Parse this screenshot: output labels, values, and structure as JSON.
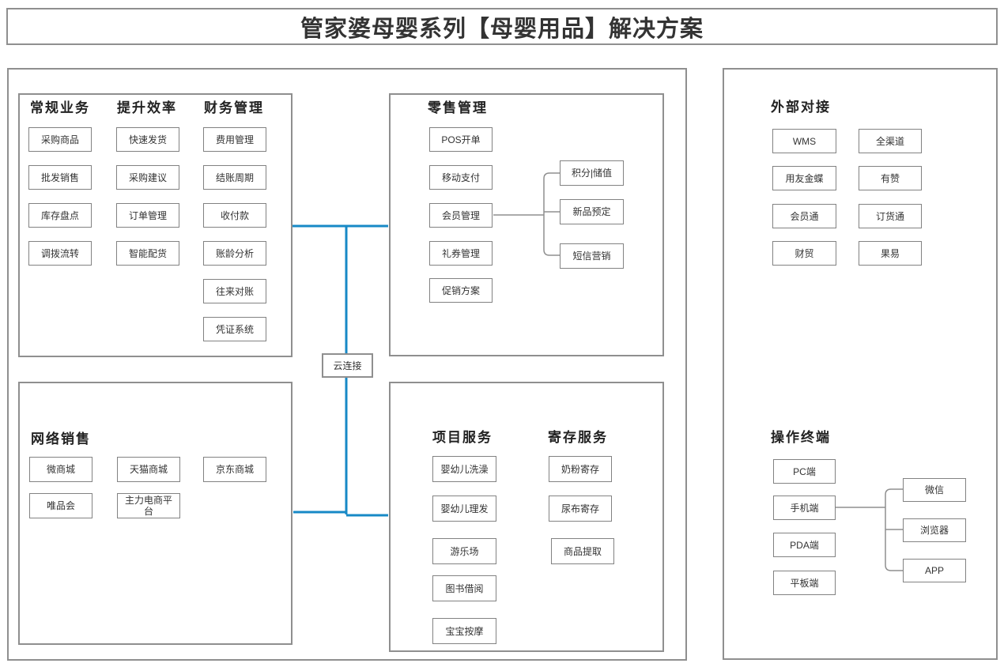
{
  "title": "管家婆母婴系列【母婴用品】解决方案",
  "cloud_node": "云连接",
  "colors": {
    "accent_blue": "#1789C6",
    "border_gray": "#8F8F8F",
    "text_dark": "#333333"
  },
  "sections": {
    "regular_business": {
      "header": "常规业务",
      "items": [
        "采购商品",
        "批发销售",
        "库存盘点",
        "调拨流转"
      ]
    },
    "efficiency": {
      "header": "提升效率",
      "items": [
        "快速发货",
        "采购建议",
        "订单管理",
        "智能配货"
      ]
    },
    "finance": {
      "header": "财务管理",
      "items": [
        "费用管理",
        "结账周期",
        "收付款",
        "账龄分析",
        "往来对账",
        "凭证系统"
      ]
    },
    "online_sales": {
      "header": "网络销售",
      "items": [
        "微商城",
        "天猫商城",
        "京东商城",
        "唯品会",
        "主力电商平台"
      ]
    },
    "retail": {
      "header": "零售管理",
      "items": [
        "POS开单",
        "移动支付",
        "会员管理",
        "礼券管理",
        "促销方案"
      ],
      "member_subitems": [
        "积分|储值",
        "新品预定",
        "短信营销"
      ]
    },
    "project_services": {
      "header": "项目服务",
      "items": [
        "婴幼儿洗澡",
        "婴幼儿理发",
        "游乐场",
        "图书借阅",
        "宝宝按摩"
      ]
    },
    "deposit_services": {
      "header": "寄存服务",
      "items": [
        "奶粉寄存",
        "尿布寄存",
        "商品提取"
      ]
    },
    "external": {
      "header": "外部对接",
      "items": [
        "WMS",
        "全渠道",
        "用友金蝶",
        "有赞",
        "会员通",
        "订货通",
        "财贸",
        "果易"
      ]
    },
    "terminals": {
      "header": "操作终端",
      "items": [
        "PC端",
        "手机端",
        "PDA端",
        "平板端"
      ],
      "mobile_subitems": [
        "微信",
        "浏览器",
        "APP"
      ]
    }
  }
}
